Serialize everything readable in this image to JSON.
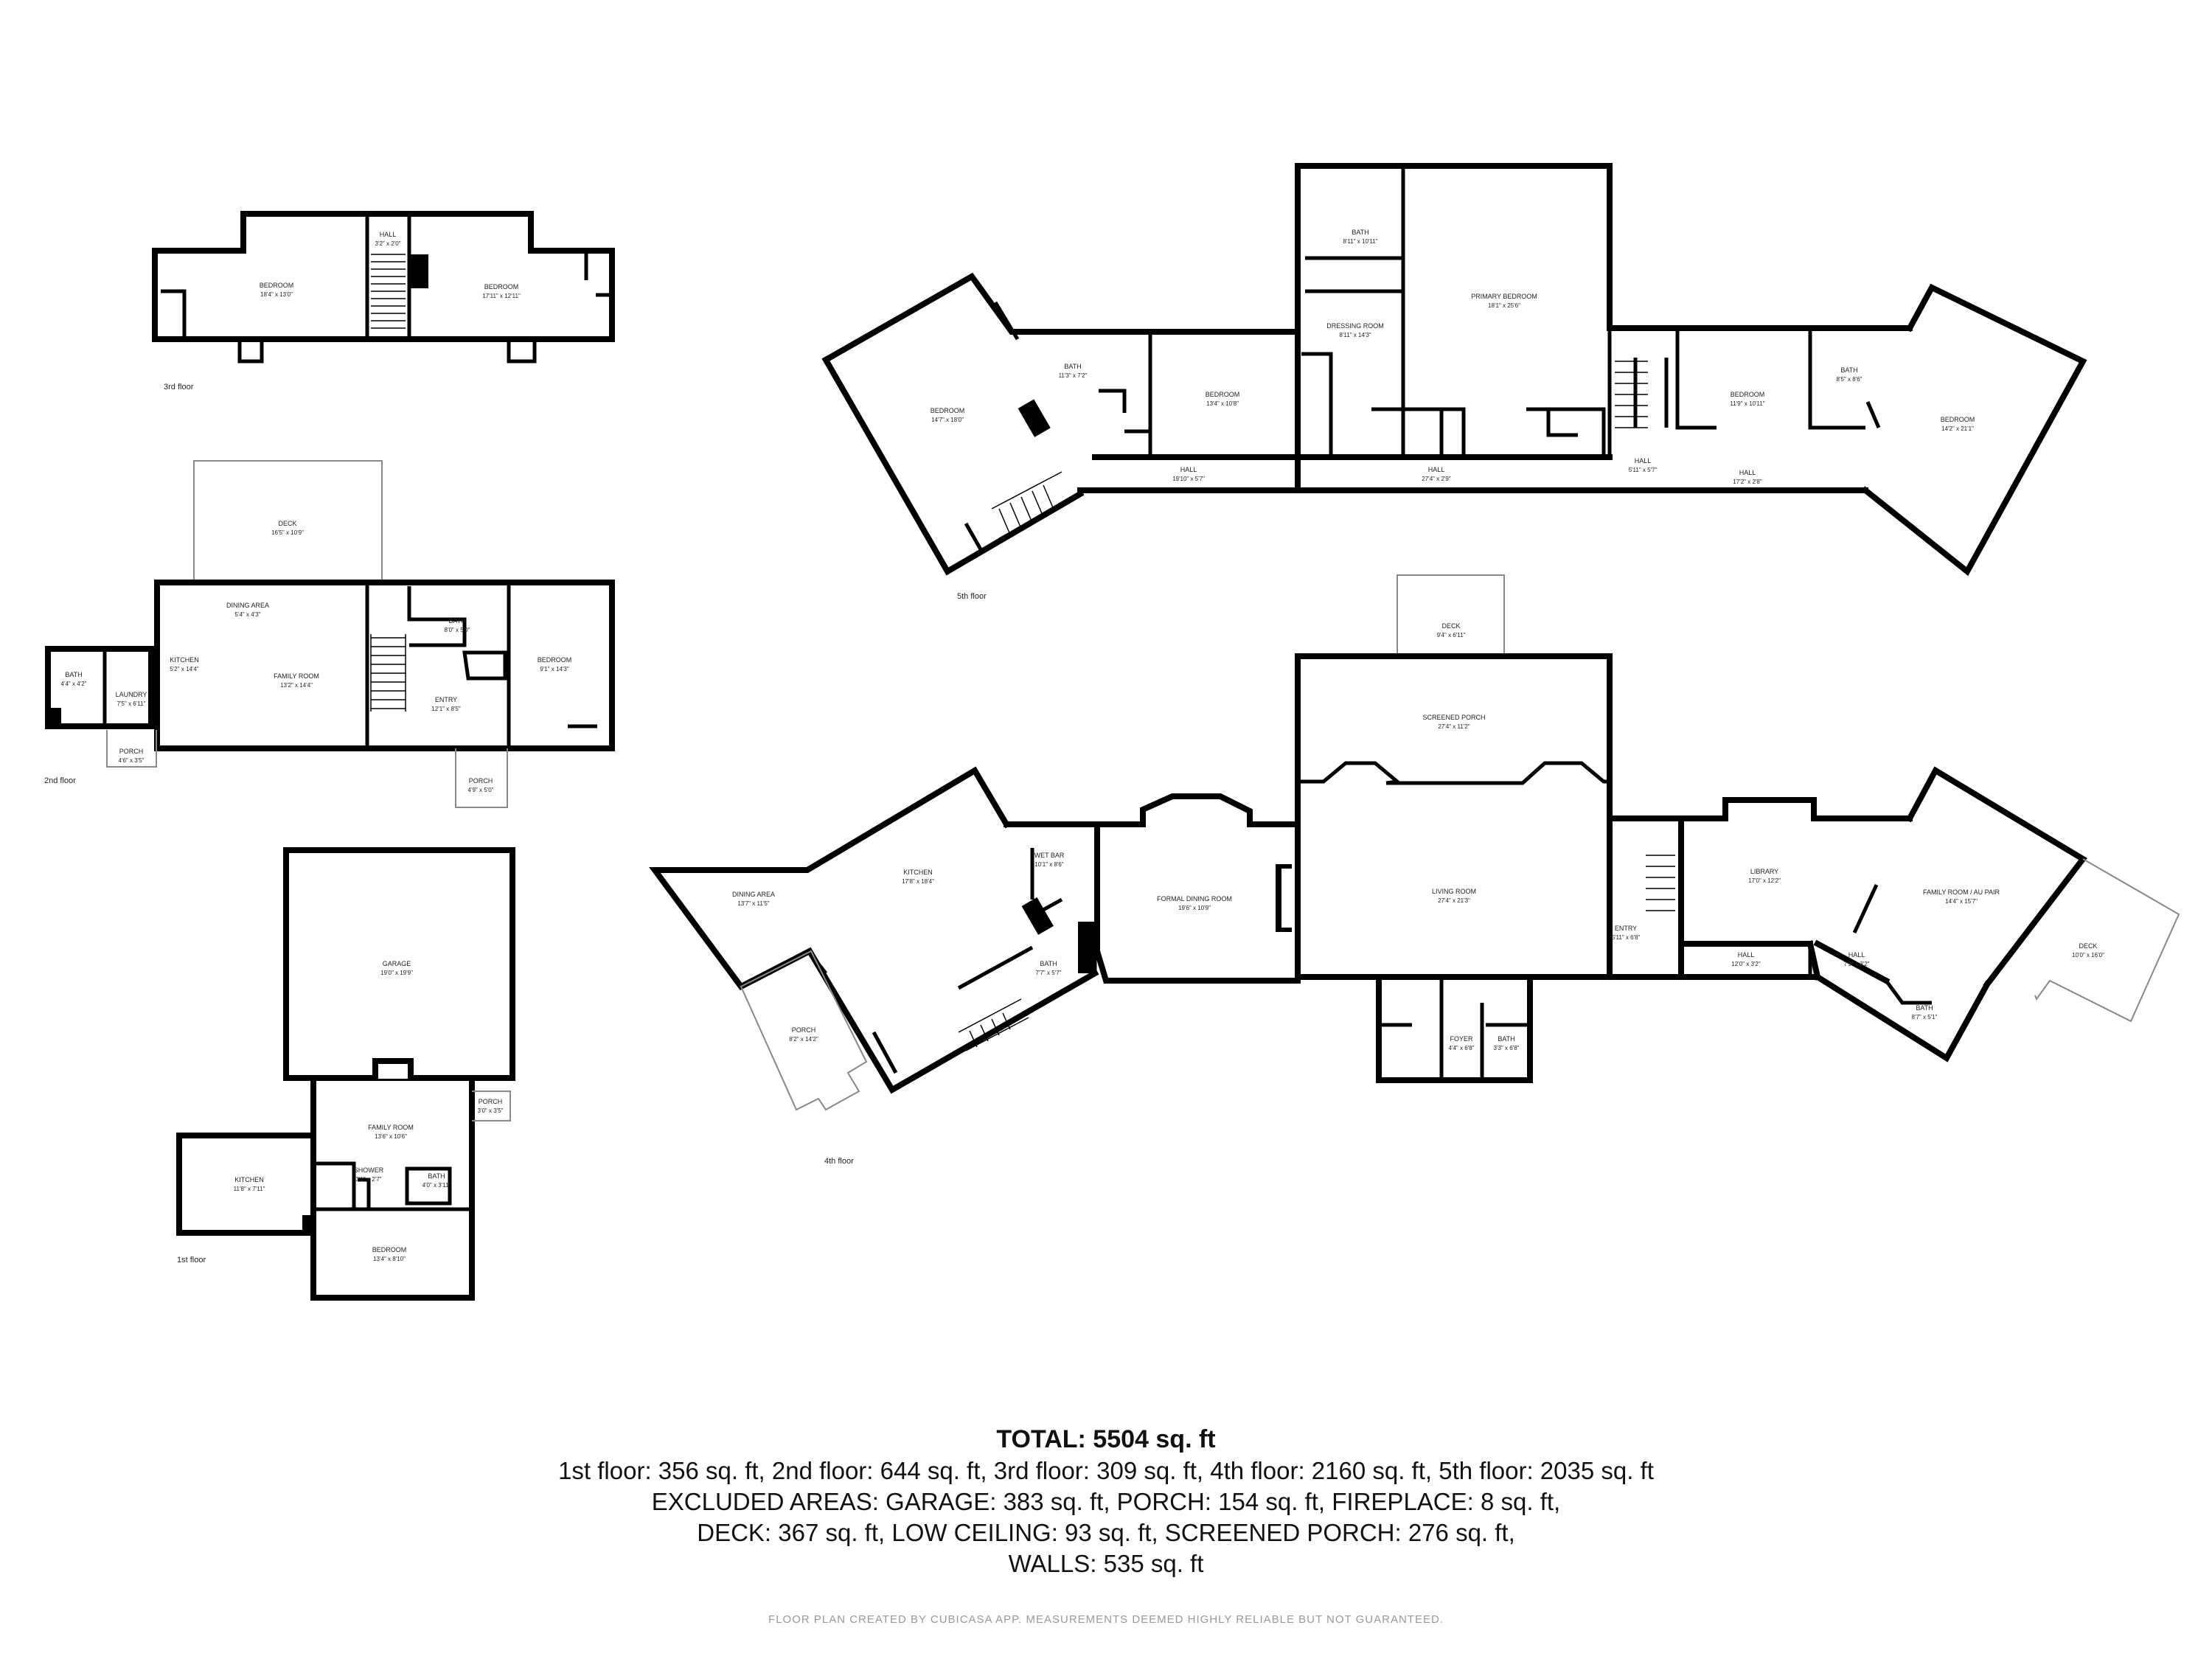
{
  "floors": {
    "f3": {
      "label": "3rd floor",
      "rooms": [
        {
          "id": "bedroom-a",
          "name": "BEDROOM",
          "dims": "18'4\" x 13'0\""
        },
        {
          "id": "hall",
          "name": "HALL",
          "dims": "3'2\" x 2'0\""
        },
        {
          "id": "bedroom-b",
          "name": "BEDROOM",
          "dims": "17'11\" x 12'11\""
        }
      ]
    },
    "f2": {
      "label": "2nd floor",
      "rooms": [
        {
          "id": "deck",
          "name": "DECK",
          "dims": "16'5\" x 10'9\""
        },
        {
          "id": "dining",
          "name": "DINING AREA",
          "dims": "5'4\" x 4'3\""
        },
        {
          "id": "kitchen",
          "name": "KITCHEN",
          "dims": "5'2\" x 14'4\""
        },
        {
          "id": "family",
          "name": "FAMILY ROOM",
          "dims": "13'2\" x 14'4\""
        },
        {
          "id": "bath-a",
          "name": "BATH",
          "dims": "4'4\" x 4'2\""
        },
        {
          "id": "laundry",
          "name": "LAUNDRY",
          "dims": "7'5\" x 6'11\""
        },
        {
          "id": "porch-a",
          "name": "PORCH",
          "dims": "4'6\" x 3'5\""
        },
        {
          "id": "bath-b",
          "name": "BATH",
          "dims": "8'0\" x 5'0\""
        },
        {
          "id": "entry",
          "name": "ENTRY",
          "dims": "12'1\" x 8'5\""
        },
        {
          "id": "bedroom",
          "name": "BEDROOM",
          "dims": "9'1\" x 14'3\""
        },
        {
          "id": "porch-b",
          "name": "PORCH",
          "dims": "4'9\" x 5'0\""
        }
      ]
    },
    "f1": {
      "label": "1st floor",
      "rooms": [
        {
          "id": "garage",
          "name": "GARAGE",
          "dims": "19'0\" x 19'9\""
        },
        {
          "id": "porch",
          "name": "PORCH",
          "dims": "3'0\" x 3'5\""
        },
        {
          "id": "family",
          "name": "FAMILY ROOM",
          "dims": "13'6\" x 10'6\""
        },
        {
          "id": "kitchen",
          "name": "KITCHEN",
          "dims": "11'8\" x 7'11\""
        },
        {
          "id": "shower",
          "name": "SHOWER",
          "dims": "3'1\" x 2'7\""
        },
        {
          "id": "bath",
          "name": "BATH",
          "dims": "4'0\" x 3'11\""
        },
        {
          "id": "bedroom",
          "name": "BEDROOM",
          "dims": "13'4\" x 8'10\""
        }
      ]
    },
    "f5": {
      "label": "5th floor",
      "rooms": [
        {
          "id": "bedroom-w",
          "name": "BEDROOM",
          "dims": "14'7\" x 18'0\""
        },
        {
          "id": "bath-w",
          "name": "BATH",
          "dims": "11'3\" x 7'2\""
        },
        {
          "id": "bedroom-mw",
          "name": "BEDROOM",
          "dims": "13'4\" x 10'8\""
        },
        {
          "id": "bath-m",
          "name": "BATH",
          "dims": "8'11\" x 10'11\""
        },
        {
          "id": "dressing",
          "name": "DRESSING ROOM",
          "dims": "8'11\" x 14'3\""
        },
        {
          "id": "primary",
          "name": "PRIMARY BEDROOM",
          "dims": "18'1\" x 25'6\""
        },
        {
          "id": "bedroom-me",
          "name": "BEDROOM",
          "dims": "11'9\" x 10'11\""
        },
        {
          "id": "bath-e",
          "name": "BATH",
          "dims": "8'5\" x 8'6\""
        },
        {
          "id": "bedroom-e",
          "name": "BEDROOM",
          "dims": "14'2\" x 21'1\""
        },
        {
          "id": "hall-w",
          "name": "HALL",
          "dims": "19'10\" x 5'7\""
        },
        {
          "id": "hall-c",
          "name": "HALL",
          "dims": "27'4\" x 2'9\""
        },
        {
          "id": "hall-s",
          "name": "HALL",
          "dims": "5'11\" x 5'7\""
        },
        {
          "id": "hall-e",
          "name": "HALL",
          "dims": "17'2\" x 2'8\""
        }
      ]
    },
    "f4": {
      "label": "4th floor",
      "rooms": [
        {
          "id": "deck-n",
          "name": "DECK",
          "dims": "9'4\" x 6'11\""
        },
        {
          "id": "screened",
          "name": "SCREENED PORCH",
          "dims": "27'4\" x 11'2\""
        },
        {
          "id": "dining",
          "name": "DINING AREA",
          "dims": "13'7\" x 11'5\""
        },
        {
          "id": "kitchen",
          "name": "KITCHEN",
          "dims": "17'8\" x 18'4\""
        },
        {
          "id": "wetbar",
          "name": "WET BAR",
          "dims": "10'1\" x 8'6\""
        },
        {
          "id": "formal",
          "name": "FORMAL DINING ROOM",
          "dims": "19'6\" x 10'9\""
        },
        {
          "id": "living",
          "name": "LIVING ROOM",
          "dims": "27'4\" x 21'3\""
        },
        {
          "id": "entry",
          "name": "ENTRY",
          "dims": "5'11\" x 6'8\""
        },
        {
          "id": "library",
          "name": "LIBRARY",
          "dims": "17'0\" x 12'2\""
        },
        {
          "id": "family",
          "name": "FAMILY ROOM / AU PAIR",
          "dims": "14'4\" x 15'7\""
        },
        {
          "id": "deck-e",
          "name": "DECK",
          "dims": "10'0\" x 16'0\""
        },
        {
          "id": "hall-a",
          "name": "HALL",
          "dims": "12'0\" x 3'2\""
        },
        {
          "id": "hall-b",
          "name": "HALL",
          "dims": "7'5\" x 3'2\""
        },
        {
          "id": "bath-e",
          "name": "BATH",
          "dims": "8'7\" x 5'1\""
        },
        {
          "id": "porch",
          "name": "PORCH",
          "dims": "8'2\" x 14'2\""
        },
        {
          "id": "bath-k",
          "name": "BATH",
          "dims": "7'7\" x 5'7\""
        },
        {
          "id": "foyer",
          "name": "FOYER",
          "dims": "4'4\" x 6'8\""
        },
        {
          "id": "bath-f",
          "name": "BATH",
          "dims": "3'3\" x 6'8\""
        }
      ]
    }
  },
  "summary": {
    "total": "TOTAL: 5504 sq. ft",
    "line1": "1st floor: 356 sq. ft, 2nd floor: 644 sq. ft, 3rd floor: 309 sq. ft, 4th floor: 2160 sq. ft, 5th floor: 2035 sq. ft",
    "line2": "EXCLUDED AREAS: GARAGE: 383 sq. ft, PORCH: 154 sq. ft, FIREPLACE: 8 sq. ft,",
    "line3": "DECK: 367 sq. ft, LOW CEILING: 93 sq. ft, SCREENED PORCH: 276 sq. ft,",
    "line4": "WALLS: 535 sq. ft"
  },
  "credit": "FLOOR PLAN CREATED BY CUBICASA APP. MEASUREMENTS DEEMED HIGHLY RELIABLE BUT NOT GUARANTEED."
}
